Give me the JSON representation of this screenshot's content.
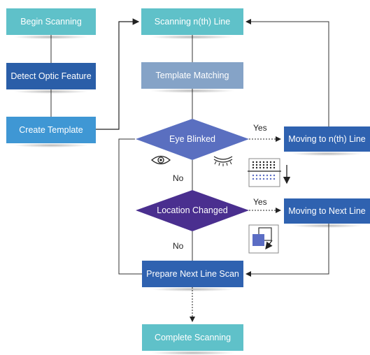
{
  "nodes": {
    "begin": "Begin Scanning",
    "detect": "Detect Optic Feature",
    "create": "Create Template",
    "scanning": "Scanning n(th) Line",
    "template": "Template Matching",
    "eye": "Eye Blinked",
    "moving_nth": "Moving to n(th) Line",
    "location": "Location Changed",
    "moving_next": "Moving to Next Line",
    "prepare": "Prepare Next Line Scan",
    "complete": "Complete Scanning"
  },
  "labels": {
    "yes1": "Yes",
    "no1": "No",
    "yes2": "Yes",
    "no2": "No"
  },
  "icons": [
    "open-eye-icon",
    "closed-eye-icon",
    "line-grid-move-down-icon",
    "shift-position-icon"
  ],
  "colors": {
    "teal": "#5fc1c9",
    "navy": "#2a5ea8",
    "sky": "#3f97d4",
    "slate": "#85a3c7",
    "diamond_blue": "#5a6fc0",
    "diamond_purple": "#4a2f8f"
  }
}
